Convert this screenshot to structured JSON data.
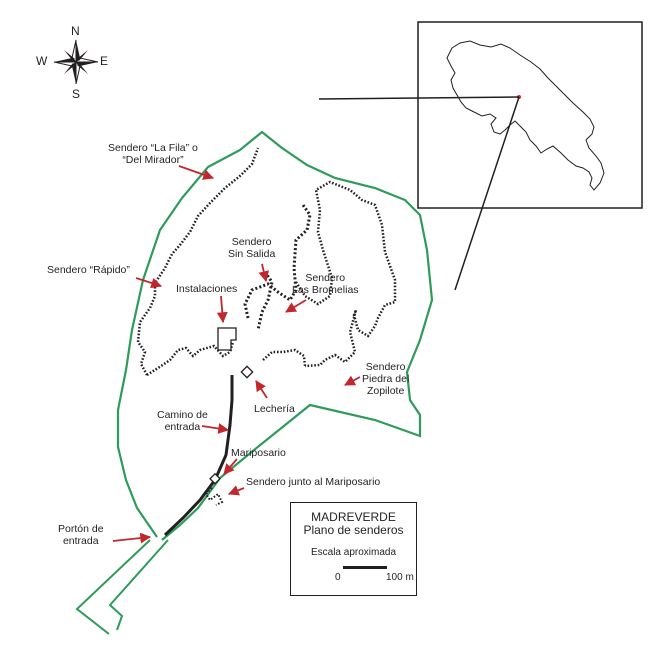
{
  "compass": {
    "n": "N",
    "s": "S",
    "e": "E",
    "w": "W"
  },
  "labels": {
    "la_fila": [
      "Sendero “La Fila” o",
      "“Del Mirador”"
    ],
    "rapido": "Sendero “Rápido”",
    "sin_salida": [
      "Sendero",
      "Sin Salida"
    ],
    "bromelias": [
      "Sendero",
      "Las Bromelias"
    ],
    "instalaciones": "Instalaciones",
    "piedra": [
      "Sendero",
      "Piedra del",
      "Zopilote"
    ],
    "lecheria": "Lechería",
    "camino": [
      "Camino de",
      "entrada"
    ],
    "mariposario": "Mariposario",
    "junto_mariposario": "Sendero junto al Mariposario",
    "porton": [
      "Portón de",
      "entrada"
    ]
  },
  "legend": {
    "title": "MADREVERDE",
    "subtitle": "Plano de senderos",
    "scale_label": "Escala aproximada",
    "scale_zero": "0",
    "scale_end": "100 m"
  },
  "colors": {
    "boundary": "#2e9b5a",
    "arrow": "#c1272d",
    "ink": "#231f20",
    "location_dot": "#e0242b"
  }
}
